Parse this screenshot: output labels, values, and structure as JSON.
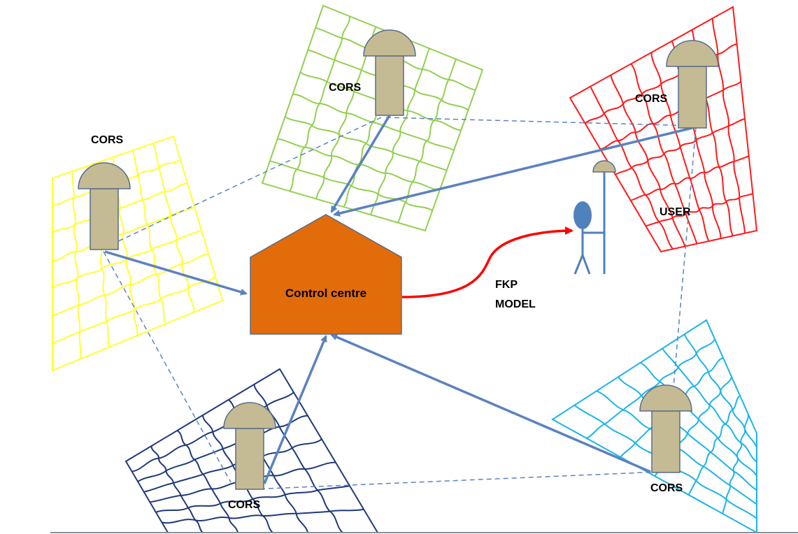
{
  "colors": {
    "background": "#ffffff",
    "yellow_grid": "#ffff33",
    "green_grid": "#92d050",
    "red_grid": "#ff1a1a",
    "navy_grid": "#1f3a7a",
    "cyan_grid": "#1cb4ea",
    "station_fill": "#c4bb94",
    "station_stroke": "#5a6d85",
    "arrow": "#5b82c0",
    "control_centre_fill": "#e36c0a",
    "fkp_curve": "#ff0000",
    "user_head": "#4f81bd",
    "user_body": "#4f81bd"
  },
  "diagram": {
    "control_centre": {
      "label": "Control centre",
      "icon": "house-pentagon-icon"
    },
    "fkp_model": {
      "line1": "FKP",
      "line2": "MODEL"
    },
    "user": {
      "label": "USER",
      "icon": "stick-figure-with-antenna-icon"
    },
    "stations": [
      {
        "id": "cors-yellow",
        "label": "CORS",
        "grid_color": "yellow",
        "icon": "gnss-antenna-icon"
      },
      {
        "id": "cors-green",
        "label": "CORS",
        "grid_color": "green",
        "icon": "gnss-antenna-icon"
      },
      {
        "id": "cors-red",
        "label": "CORS",
        "grid_color": "red",
        "icon": "gnss-antenna-icon"
      },
      {
        "id": "cors-navy",
        "label": "CORS",
        "grid_color": "navy",
        "icon": "gnss-antenna-icon"
      },
      {
        "id": "cors-cyan",
        "label": "CORS",
        "grid_color": "cyan",
        "icon": "gnss-antenna-icon"
      }
    ]
  }
}
